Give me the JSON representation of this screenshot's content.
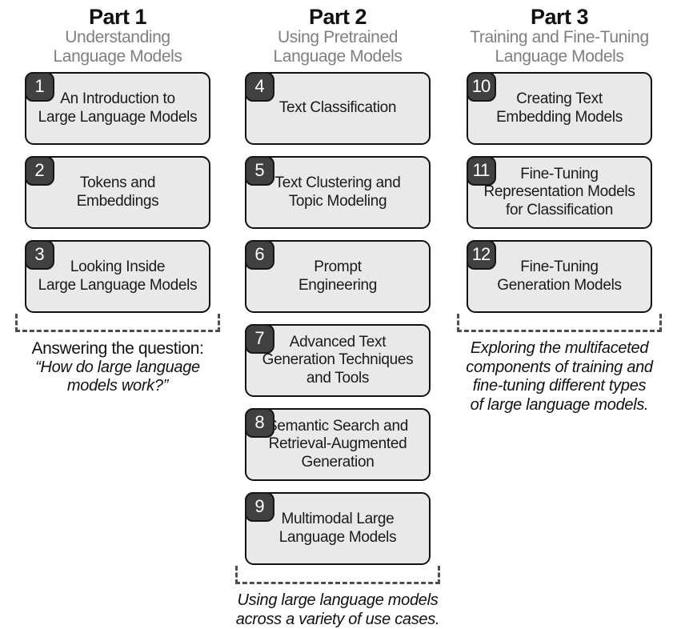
{
  "parts": [
    {
      "label": "Part 1",
      "subtitle": "Understanding\nLanguage Models",
      "chapters": [
        {
          "num": "1",
          "title": "An Introduction to\nLarge Language Models"
        },
        {
          "num": "2",
          "title": "Tokens and\nEmbeddings"
        },
        {
          "num": "3",
          "title": "Looking Inside\nLarge Language Models"
        }
      ],
      "caption_lead": "Answering the question:",
      "caption": "“How do large language\nmodels work?”"
    },
    {
      "label": "Part 2",
      "subtitle": "Using Pretrained\nLanguage Models",
      "chapters": [
        {
          "num": "4",
          "title": "Text Classification"
        },
        {
          "num": "5",
          "title": "Text Clustering and\nTopic Modeling"
        },
        {
          "num": "6",
          "title": "Prompt\nEngineering"
        },
        {
          "num": "7",
          "title": "Advanced Text\nGeneration Techniques\nand Tools"
        },
        {
          "num": "8",
          "title": "Semantic Search and\nRetrieval-Augmented\nGeneration"
        },
        {
          "num": "9",
          "title": "Multimodal Large\nLanguage Models"
        }
      ],
      "caption": "Using large language models\nacross a variety of use cases."
    },
    {
      "label": "Part 3",
      "subtitle": "Training and Fine-Tuning\nLanguage Models",
      "chapters": [
        {
          "num": "10",
          "title": "Creating Text\nEmbedding Models"
        },
        {
          "num": "11",
          "title": "Fine-Tuning\nRepresentation Models\nfor Classification"
        },
        {
          "num": "12",
          "title": "Fine-Tuning\nGeneration Models"
        }
      ],
      "caption": "Exploring the multifaceted\ncomponents of training and\nfine-tuning different types\nof large language models."
    }
  ],
  "colors": {
    "box_fill": "#e9e9e9",
    "box_border": "#111111",
    "badge_fill": "#414141",
    "badge_text": "#ffffff",
    "subtitle_gray": "#7f7f7f",
    "bracket_dash": "#4d4d4d",
    "background": "#ffffff"
  }
}
